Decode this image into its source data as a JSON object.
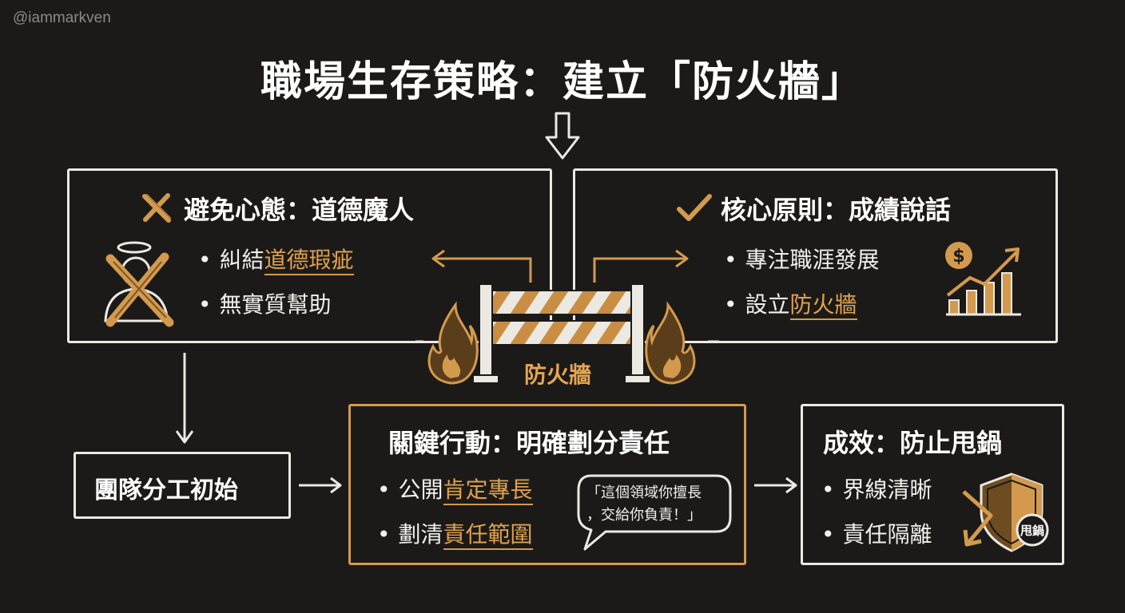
{
  "watermark": "@iammarkven",
  "title": "職場生存策略：建立「防火牆」",
  "avoid": {
    "title": "避免心態：道德魔人",
    "b1_plain": "糾結",
    "b1_hl": "道德瑕疵",
    "b2": "無實質幫助"
  },
  "core": {
    "title": "核心原則：成績說話",
    "b1": "專注職涯發展",
    "b2_plain": "設立",
    "b2_hl": "防火牆"
  },
  "firewall_label": "防火牆",
  "team": "團隊分工初始",
  "action": {
    "title": "關鍵行動：明確劃分責任",
    "b1_plain": "公開",
    "b1_hl": "肯定專長",
    "b2_plain": "劃清",
    "b2_hl": "責任範圍",
    "bubble_line1": "「這個領域你擅長",
    "bubble_line2": "，交給你負責！」"
  },
  "effect": {
    "title": "成效：防止甩鍋",
    "b1": "界線清晰",
    "b2": "責任隔離",
    "badge": "甩鍋"
  },
  "bullet_glyph": "•",
  "colors": {
    "accent": "#d39a4e",
    "line": "#ece9e2",
    "background": "#1b1a18"
  },
  "icons": [
    "x-mark-icon",
    "crossed-angel-icon",
    "check-mark-icon",
    "growth-chart-icon",
    "barrier-icon",
    "flame-icon",
    "shield-icon"
  ]
}
